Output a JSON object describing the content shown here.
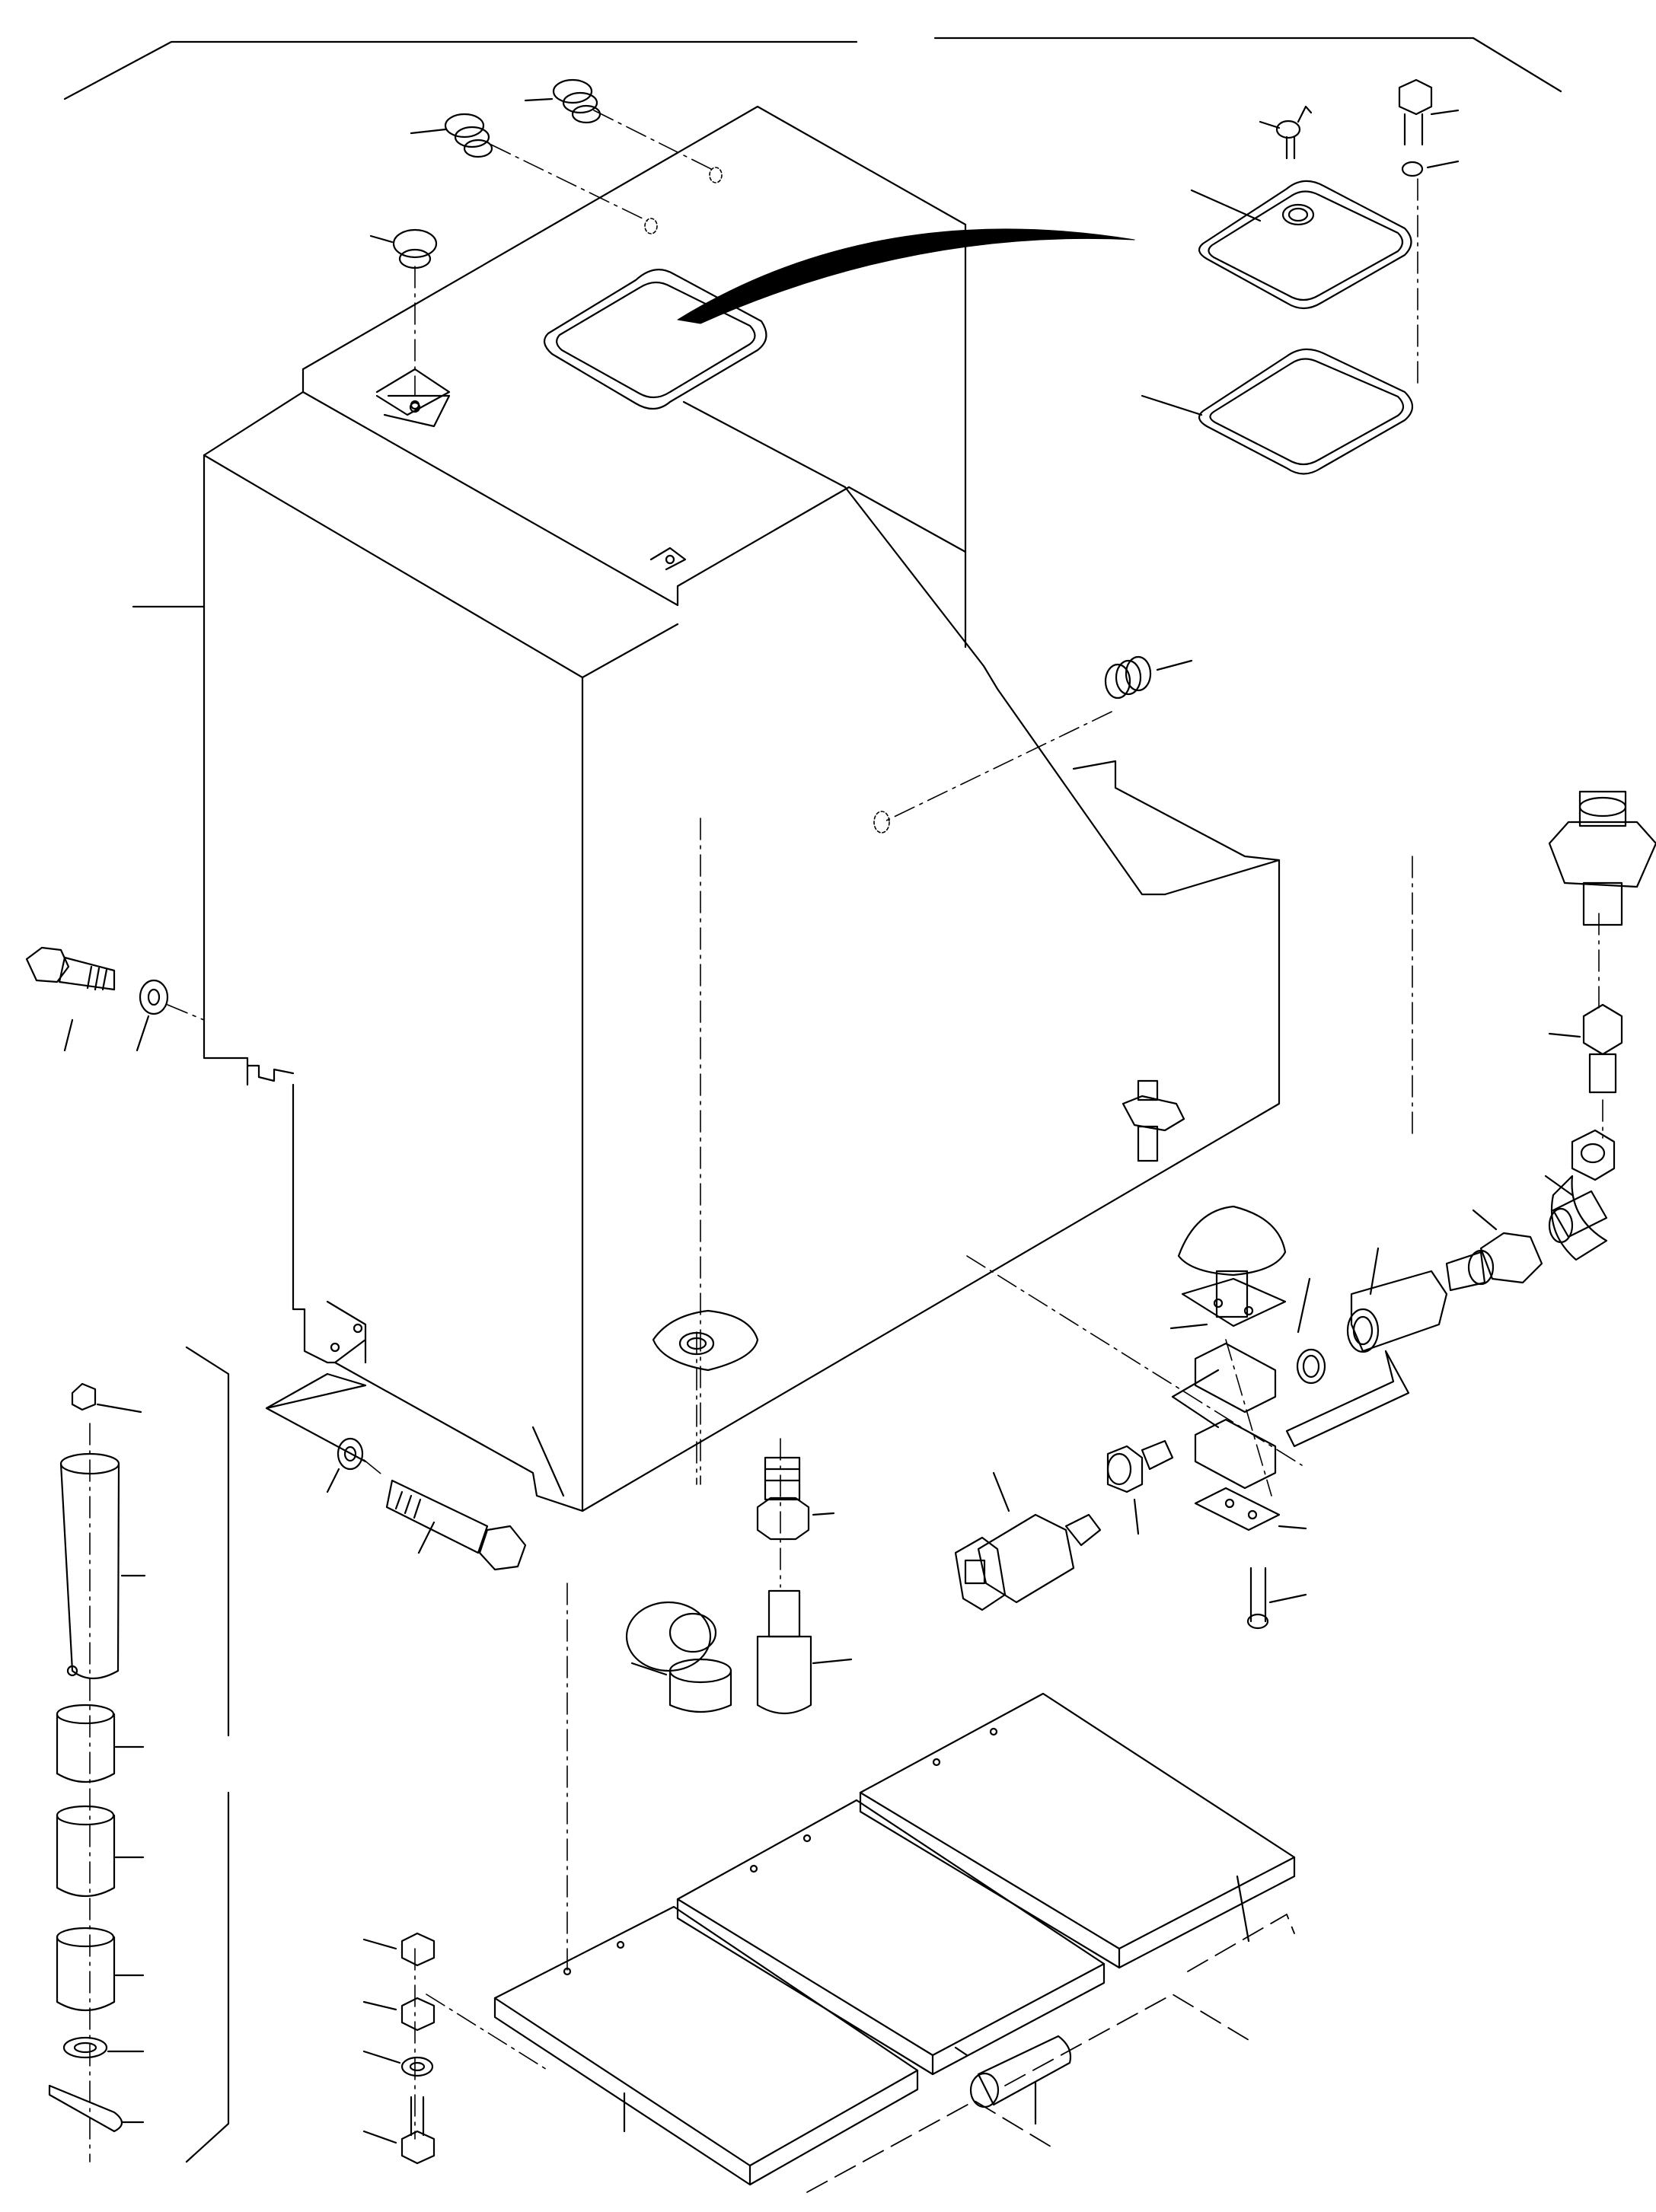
{
  "drawing": {
    "kind": "exploded parts diagram",
    "line_color": "#000000",
    "background_color": "#ffffff",
    "labels_printed": false
  },
  "components": [
    "hydraulic-tank",
    "tank-top-cover-plate",
    "cover-gasket",
    "breather-valve",
    "filler-plugs",
    "side-plug",
    "sight-gauge-fitting",
    "drain-valve-assembly",
    "elbow-fitting",
    "adapter-fitting",
    "pressure-switch",
    "mounting-bolts-and-washers",
    "support-pads",
    "pin-and-spacer-set",
    "nut-washer-stud-set",
    "quick-coupler-and-cap",
    "fuse"
  ]
}
